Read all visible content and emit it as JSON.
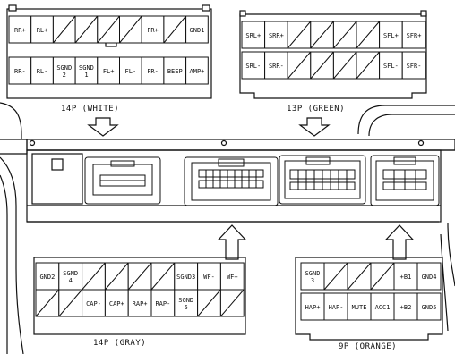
{
  "connectors": {
    "white_14p": {
      "caption": "14P (WHITE)",
      "top_row": [
        "RR+",
        "RL+",
        "",
        "",
        "",
        "",
        "FR+",
        "",
        "GND1"
      ],
      "bottom_row": [
        "RR-",
        "RL-",
        "SGND 2",
        "SGND 1",
        "FL+",
        "FL-",
        "FR-",
        "BEEP",
        "AMP+"
      ]
    },
    "green_13p": {
      "caption": "13P (GREEN)",
      "top_row": [
        "SRL+",
        "SRR+",
        "",
        "",
        "",
        "",
        "SFL+",
        "SFR+"
      ],
      "bottom_row": [
        "SRL-",
        "SRR-",
        "",
        "",
        "",
        "",
        "SFL-",
        "SFR-"
      ]
    },
    "gray_14p": {
      "caption": "14P (GRAY)",
      "top_row": [
        "GND2",
        "SGND 4",
        "",
        "",
        "",
        "",
        "SGND3",
        "WF-",
        "WF+"
      ],
      "bottom_row": [
        "",
        "",
        "CAP-",
        "CAP+",
        "RAP+",
        "RAP-",
        "SGND 5",
        "",
        ""
      ]
    },
    "orange_9p": {
      "caption": "9P (ORANGE)",
      "top_row": [
        "SGND 3",
        "",
        "",
        "",
        "+B1",
        "GND4"
      ],
      "bottom_row": [
        "HAP+",
        "HAP-",
        "MUTE",
        "ACC1",
        "+B2",
        "GND5"
      ]
    }
  }
}
